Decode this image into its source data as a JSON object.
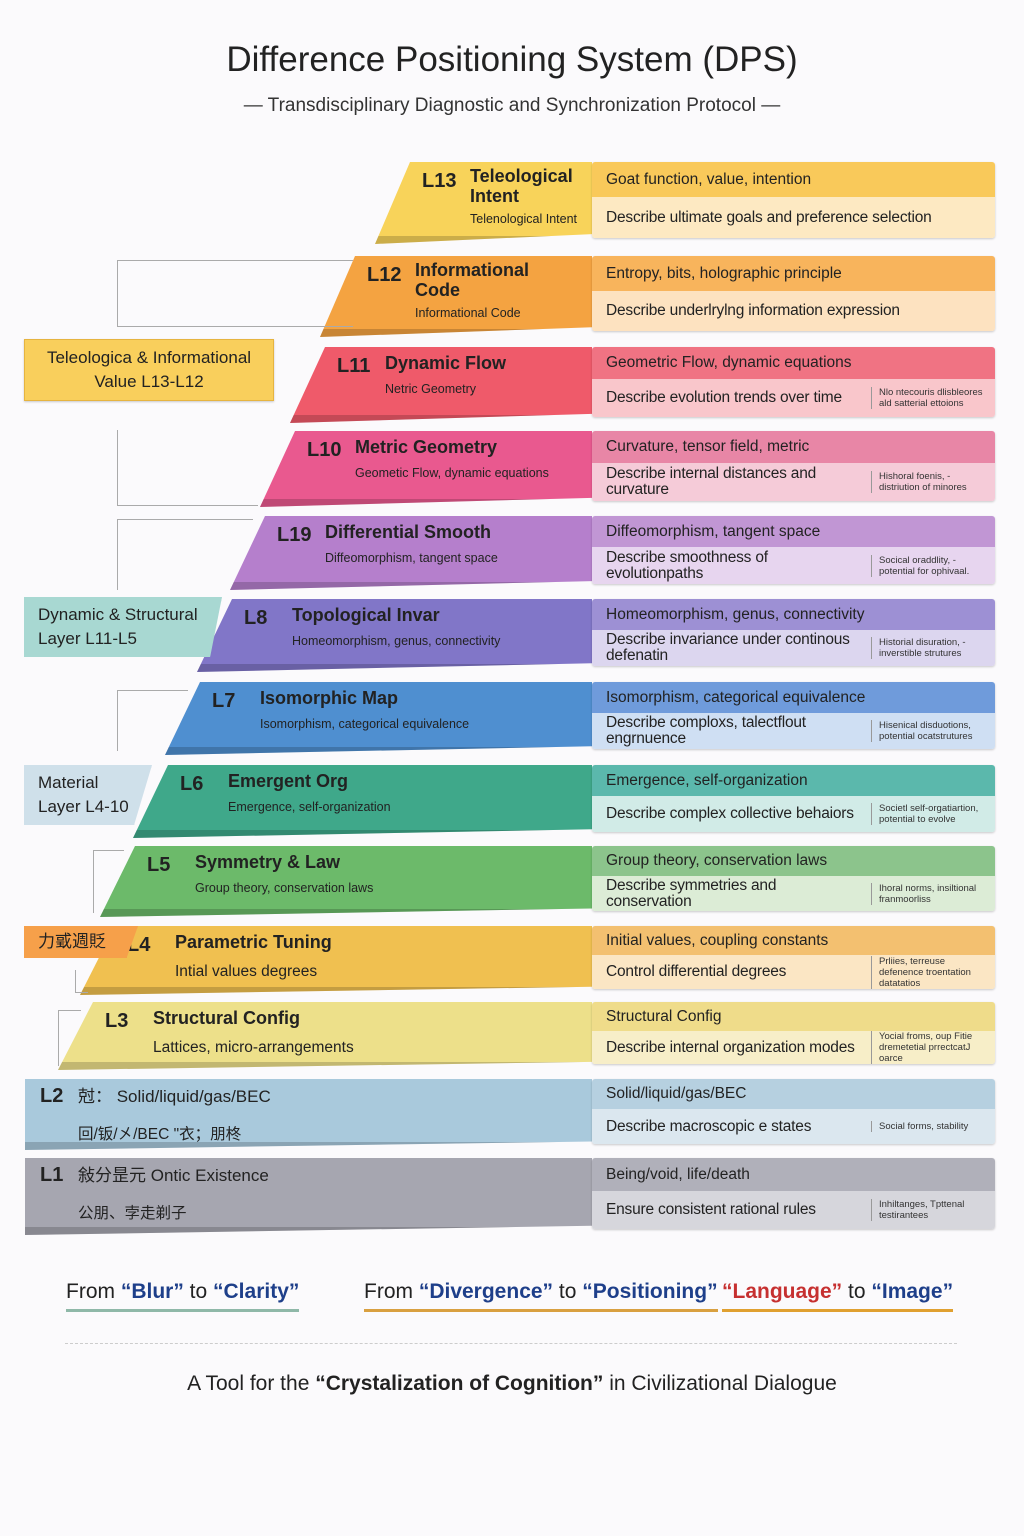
{
  "title": "Difference Positioning System (DPS)",
  "subtitle": "— Transdisciplinary Diagnostic and Synchronization Protocol —",
  "layers": [
    {
      "id": "L13",
      "name": "Teleological Intent",
      "sub": "Telenological Intent",
      "head": "Goat function, value, intention",
      "desc": "Describe ultimate goals and preference selection",
      "note": "",
      "color": "#f8d35a",
      "hcolor": "#f9c95a",
      "dcolor": "#fde9c2"
    },
    {
      "id": "L12",
      "name": "Informational Code",
      "sub": "Informational Code",
      "head": "Entropy, bits, holographic principle",
      "desc": "Describe underlrylng information expression",
      "note": "",
      "color": "#f4a341",
      "hcolor": "#f8b45c",
      "dcolor": "#fde2c0"
    },
    {
      "id": "L11",
      "name": "Dynamic Flow",
      "sub": "Netric Geometry",
      "head": "Geometric Flow, dynamic equations",
      "desc": "Describe evolution trends over time",
      "note": "Nlo ntecouris dlisbleores ald satterial ettoions",
      "color": "#ef5a6a",
      "hcolor": "#f07383",
      "dcolor": "#f9c6cb"
    },
    {
      "id": "L10",
      "name": "Metric Geometry",
      "sub": "Geometic Flow, dynamic equations",
      "head": "Curvature, tensor field, metric",
      "desc": "Describe internal distances and curvature",
      "note": "Hishoral foenis, - distriution of minores",
      "color": "#e9598f",
      "hcolor": "#e886a6",
      "dcolor": "#f5cbd8"
    },
    {
      "id": "L19",
      "name": "Differential Smooth",
      "sub": "Diffeomorphism, tangent space",
      "head": "Diffeomorphism, tangent space",
      "desc": "Describe smoothness of evolutionpaths",
      "note": "Socical oraddlity, - potential for ophivaal.",
      "color": "#b57fcc",
      "hcolor": "#c196d4",
      "dcolor": "#e7d5ef"
    },
    {
      "id": "L8",
      "name": "Topological Invar",
      "sub": "Homeomorphism, genus, connectivity",
      "head": "Homeomorphism, genus, connectivity",
      "desc": "Describe invariance under continous defenatin",
      "note": "Historial disuration, - inverstible strutures",
      "color": "#8176c8",
      "hcolor": "#9d90d4",
      "dcolor": "#dcd6ef"
    },
    {
      "id": "L7",
      "name": "Isomorphic Map",
      "sub": "Isomorphism, categorical equivalence",
      "head": "Isomorphism, categorical equivalence",
      "desc": "Describe comploxs, talectflout engrnuence",
      "note": "Hisenical disduotions, potential ocatstrutures",
      "color": "#4f8fd0",
      "hcolor": "#6f9bdb",
      "dcolor": "#cfdff3"
    },
    {
      "id": "L6",
      "name": "Emergent Org",
      "sub": "Emergence, self-organization",
      "head": "Emergence, self-organization",
      "desc": "Describe complex collective behaiors",
      "note": "Societl self-orgatiartion, potential to evolve",
      "color": "#3fa88a",
      "hcolor": "#5bb8ac",
      "dcolor": "#d1ebe7"
    },
    {
      "id": "L5",
      "name": "Symmetry & Law",
      "sub": "Group theory, conservation laws",
      "head": "Group theory, conservation laws",
      "desc": "Describe symmetries and conservation",
      "note": "Ihoral norms, insiltional franmoorliss",
      "color": "#6cba6a",
      "hcolor": "#8cc48c",
      "dcolor": "#dcecd6"
    },
    {
      "id": "L4",
      "name": "Parametric Tuning",
      "sub": "Intial values degrees",
      "head": "Initial values, coupling constants",
      "desc": "Control differential degrees",
      "note": "Prliies, terreuse defenence troentation datatatios",
      "color": "#f0c050",
      "hcolor": "#f3c070",
      "dcolor": "#fbe6c4"
    },
    {
      "id": "L3",
      "name": "Structural Config",
      "sub": "Lattices, micro-arrangements",
      "head": "Structural Config",
      "desc": "Describe internal organization modes",
      "note": "Yocial froms, oup Fitie dremetetial prrectcatJ oarce",
      "color": "#ede08a",
      "hcolor": "#efdc8a",
      "dcolor": "#f7eec8"
    },
    {
      "id": "L2",
      "name": "尅： Solid/liquid/gas/BEC",
      "sub": "回/钣/㐅/BEC  \"衣；朋柊",
      "head": "Solid/liquid/gas/BEC",
      "desc": "Describe macroscopic  e  states",
      "note": "Social forms, stability",
      "color": "#a9c9dc",
      "hcolor": "#b6d0e0",
      "dcolor": "#dbe7ef"
    },
    {
      "id": "L1",
      "name": "敍分昰元  Ontic Existence",
      "sub": "公朋、孛走剃子",
      "head": "Being/void, life/death",
      "desc": "Ensure consistent rational rules",
      "note": "Inhiltanges, Tpttenal testirantees",
      "color": "#a6a6b0",
      "hcolor": "#b0b0ba",
      "dcolor": "#d6d6dc"
    }
  ],
  "side_labels": [
    {
      "text": "Teleologica & Informational Value L13-L12",
      "color": "#f9cf5c"
    },
    {
      "text": "Dynamic & Structural Layer L11-L5",
      "color": "#a8d8d2"
    },
    {
      "text": "Material Layer L4-10",
      "color": "#cfe0ea"
    },
    {
      "text": "力戜週貶",
      "color": "#f6a04a"
    }
  ],
  "taglines": [
    {
      "pre": "From ",
      "a": "“Blur”",
      "mid": " to ",
      "b": "“Clarity”"
    },
    {
      "pre": "From ",
      "a": "“Divergence”",
      "mid": " to ",
      "b": "“Positioning”"
    },
    {
      "pre": "",
      "a": "“Language”",
      "mid": " to ",
      "b": "“Image”"
    }
  ],
  "footer": {
    "pre": "A Tool for the ",
    "bold": "“Crystalization of Cognition”",
    "post": " in Civilizational Dialogue"
  }
}
